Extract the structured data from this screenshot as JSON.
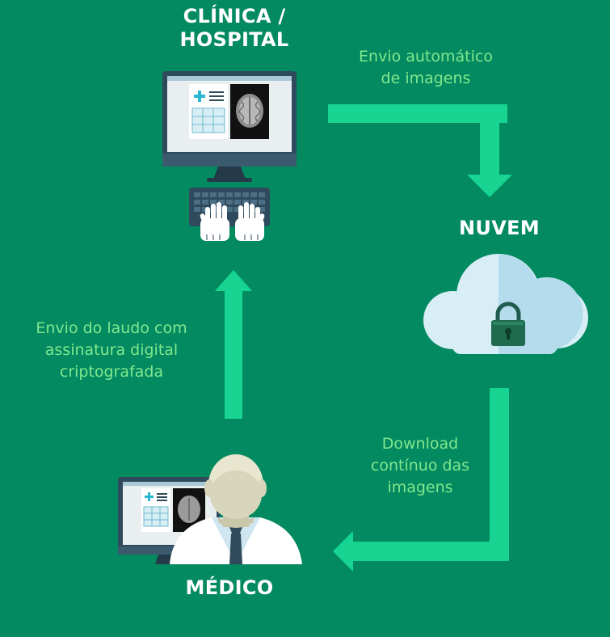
{
  "nodes": {
    "clinic": {
      "title_line1": "CLÍNICA /",
      "title_line2": "HOSPITAL"
    },
    "cloud": {
      "title": "NUVEM"
    },
    "doctor": {
      "title": "MÉDICO"
    }
  },
  "edges": {
    "upload": {
      "line1": "Envio automático",
      "line2": "de imagens"
    },
    "download": {
      "line1": "Download",
      "line2": "contínuo das",
      "line3": "imagens"
    },
    "report": {
      "line1": "Envio do laudo com",
      "line2": "assinatura digital",
      "line3": "criptografada"
    }
  },
  "colors": {
    "background": "#048a60",
    "arrow": "#17d492",
    "label_text": "#7fe88e",
    "title_text": "#ffffff"
  },
  "icons": {
    "clinic": "computer-workstation-icon",
    "cloud": "locked-cloud-icon",
    "doctor": "doctor-at-computer-icon"
  }
}
